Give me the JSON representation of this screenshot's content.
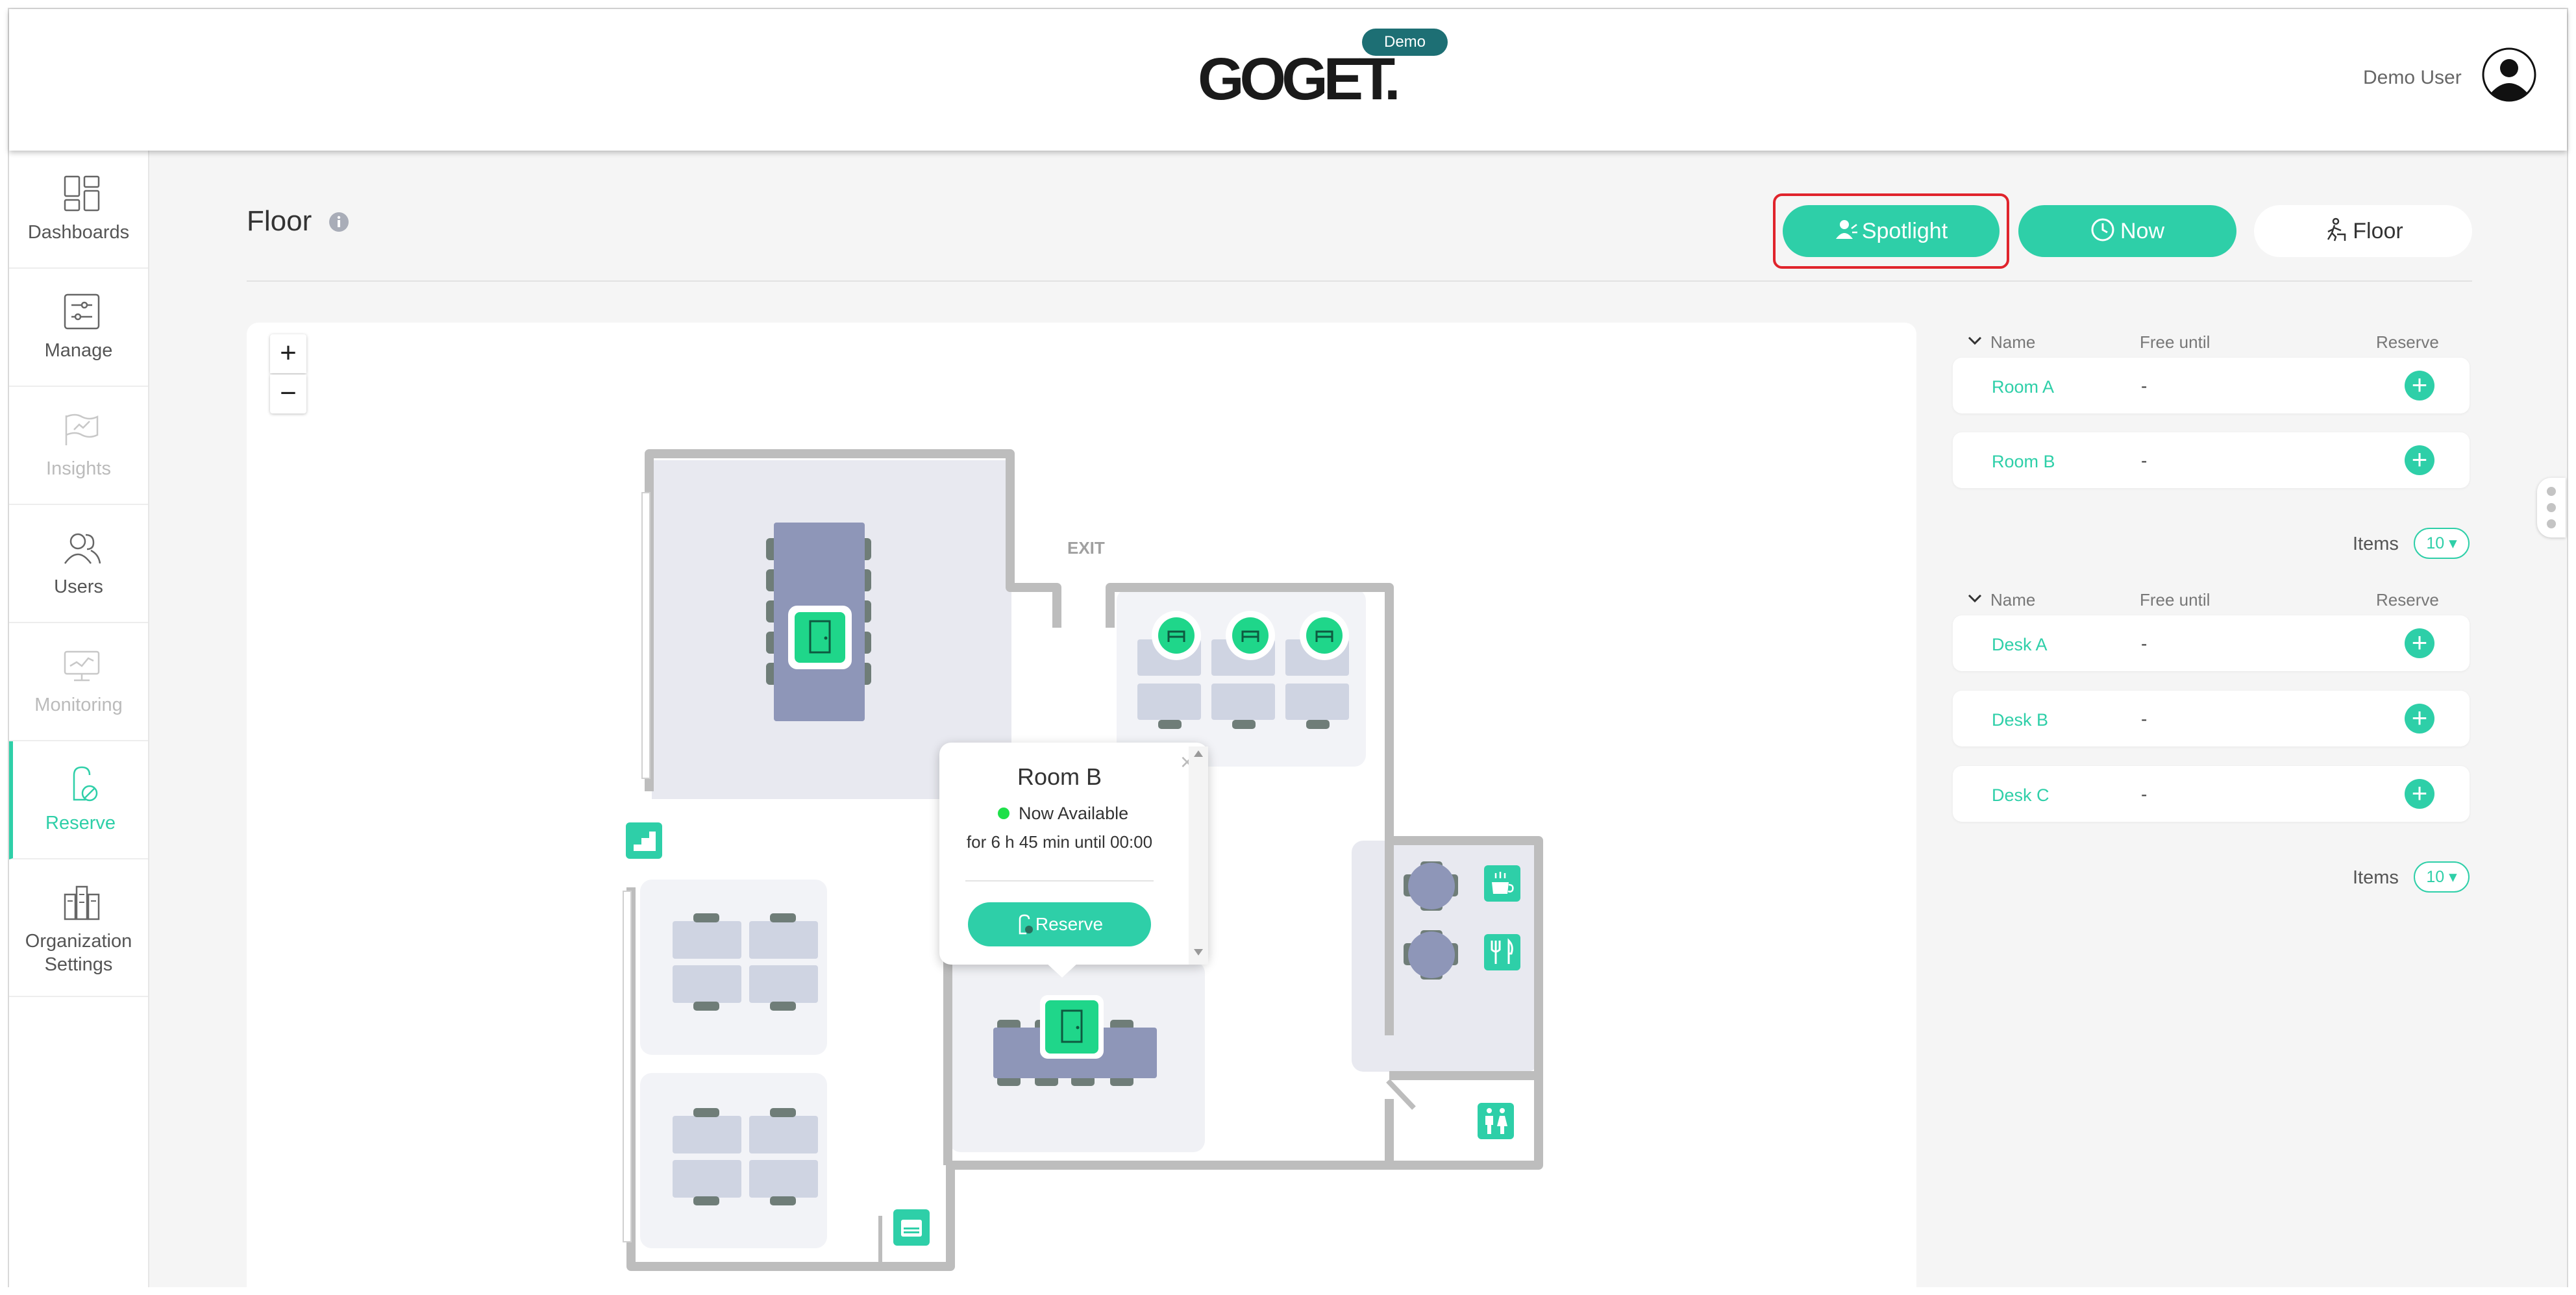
{
  "header": {
    "logo_text": "GOGET.",
    "badge": "Demo",
    "user_name": "Demo User"
  },
  "sidebar": {
    "items": [
      {
        "label": "Dashboards",
        "icon": "dashboards-icon",
        "state": "normal"
      },
      {
        "label": "Manage",
        "icon": "sliders-icon",
        "state": "normal"
      },
      {
        "label": "Insights",
        "icon": "insights-flag-icon",
        "state": "disabled"
      },
      {
        "label": "Users",
        "icon": "users-icon",
        "state": "normal"
      },
      {
        "label": "Monitoring",
        "icon": "monitor-icon",
        "state": "disabled"
      },
      {
        "label": "Reserve",
        "icon": "reserve-lock-icon",
        "state": "active"
      },
      {
        "label_line1": "Organization",
        "label_line2": "Settings",
        "icon": "buildings-icon",
        "state": "normal"
      }
    ]
  },
  "page": {
    "title": "Floor",
    "buttons": {
      "spotlight": "Spotlight",
      "now": "Now",
      "floor": "Floor"
    }
  },
  "map": {
    "zoom_in": "+",
    "zoom_out": "−",
    "exit_label": "EXIT",
    "popup": {
      "title": "Room B",
      "status": "Now Available",
      "detail": "for 6 h 45 min until 00:00",
      "reserve_label": "Reserve",
      "close": "×"
    }
  },
  "rooms_table": {
    "columns": [
      "Name",
      "Free until",
      "Reserve"
    ],
    "rows": [
      {
        "name": "Room A",
        "free_until": "-"
      },
      {
        "name": "Room B",
        "free_until": "-"
      }
    ],
    "items_label": "Items",
    "items_value": "10 ▾"
  },
  "desks_table": {
    "columns": [
      "Name",
      "Free until",
      "Reserve"
    ],
    "rows": [
      {
        "name": "Desk A",
        "free_until": "-"
      },
      {
        "name": "Desk B",
        "free_until": "-"
      },
      {
        "name": "Desk C",
        "free_until": "-"
      }
    ],
    "items_label": "Items",
    "items_value": "10 ▾"
  },
  "colors": {
    "accent": "#2ecfa8",
    "badge": "#1d6f74",
    "highlight": "#e0242c",
    "wall": "#bdbdbd",
    "table": "#8e96b8",
    "desk": "#cfd4e2"
  }
}
